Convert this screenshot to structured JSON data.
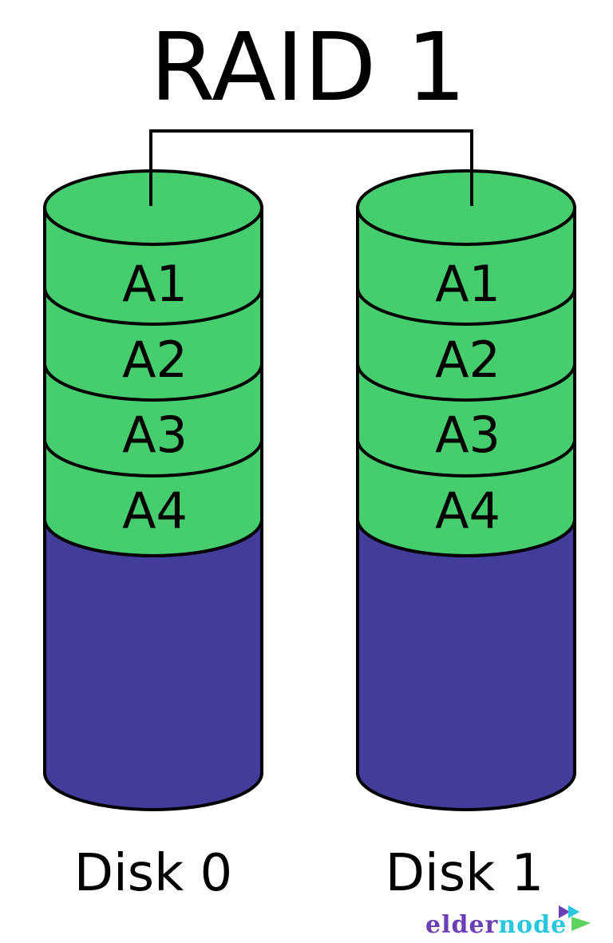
{
  "title": "RAID 1",
  "colors": {
    "data_block": "#46ce6e",
    "free_space": "#433c9b",
    "outline": "#000000",
    "logo_purple": "#6a3fb5",
    "logo_cyan": "#28c7e0",
    "logo_green": "#5fd35f"
  },
  "disks": [
    {
      "label": "Disk 0",
      "blocks": [
        "A1",
        "A2",
        "A3",
        "A4"
      ]
    },
    {
      "label": "Disk 1",
      "blocks": [
        "A1",
        "A2",
        "A3",
        "A4"
      ]
    }
  ],
  "logo": {
    "part1": "elder",
    "part2": "node"
  }
}
